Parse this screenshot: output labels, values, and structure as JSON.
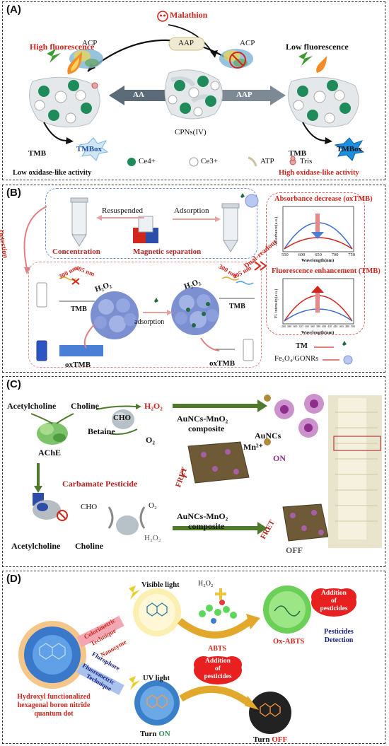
{
  "panels": {
    "a": {
      "tag": "(A)",
      "malathion": "Malathion",
      "high_fluorescence": "High fluorescence",
      "low_fluorescence": "Low fluorescence",
      "acp_left": "ACP",
      "acp_right": "ACP",
      "aap_top": "AAP",
      "aa": "AA",
      "aap_right": "AAP",
      "cpns": "CPNs(IV)",
      "tmb_left": "TMB",
      "tmbox_left": "TMBox",
      "tmb_right": "TMB",
      "tmbox_right": "TMBox",
      "low_activity": "Low oxidase-like activity",
      "high_activity": "High oxidase-like activity",
      "legend": [
        "Ce4+",
        "Ce3+",
        "ATP",
        "Tris"
      ]
    },
    "b": {
      "tag": "(B)",
      "resuspended": "Resuspended",
      "adsorption_top": "Adsorption",
      "concentration": "Concentration",
      "magnetic_separation": "Magnetic separation",
      "detection": "Detection",
      "nm300_left": "300 nm",
      "nm405_left": "405 nm",
      "nm300_right": "300 nm",
      "nm405_right": "405 nm",
      "dual_readout": "Dual-readout",
      "tmb_left": "TMB",
      "tmb_right": "TMB",
      "h2o2_left": "H₂O₂",
      "h2o2_right": "H₂O₂",
      "adsorption_mid": "adsorption",
      "oxtmb_left": "oxTMB",
      "oxtmb_right": "oxTMB",
      "absorbance_title": "Absorbance decrease (oxTMB)",
      "fluorescence_title": "Fluorescence enhancement (TMB)",
      "abs_ylabel": "Absorbance(a.u.)",
      "abs_xlabel": "Wavelength(nm)",
      "abs_ticks": [
        "550",
        "600",
        "650",
        "700",
        "750"
      ],
      "fl_ylabel": "Fl. intensity(a.u.)",
      "fl_xlabel": "Wavelength(nm)",
      "fl_ticks": [
        "260",
        "280",
        "300",
        "320",
        "340",
        "360",
        "380",
        "400",
        "420",
        "440",
        "460",
        "480",
        "500"
      ],
      "legend_tm": "TM",
      "legend_fe": "Fe₃O₄/GONRs"
    },
    "c": {
      "tag": "(C)",
      "acetylcholine_top": "Acetylcholine",
      "choline_top": "Choline",
      "h2o2_top": "H₂O₂",
      "cho_top": "CHO",
      "betaine": "Betaine",
      "o2_top": "O₂",
      "ache": "AChE",
      "composite_top_1": "AuNCs-MnO₂",
      "composite_top_2": "composite",
      "aunc": "AuNCs",
      "mn": "Mn²⁺",
      "on": "ON",
      "fret_top": "FRET",
      "carbamate": "Carbamate Pesticide",
      "cho_bottom": "CHO",
      "o2_bottom": "O₂",
      "h2o2_bottom": "H₂O₂",
      "acetylcholine_bottom": "Acetylcholine",
      "choline_bottom": "Choline",
      "composite_bottom_1": "AuNCs-MnO₂",
      "composite_bottom_2": "composite",
      "fret_bottom": "FRET",
      "off": "OFF"
    },
    "d": {
      "tag": "(D)",
      "visible_light": "Visible light",
      "uv_light": "UV light",
      "h2o2": "H₂O₂",
      "colorimetric": "Colorimetric",
      "technique_1": "Technique",
      "nanozyme": "Nanozyme",
      "fluorophore": "Flurophore",
      "fluorometric": "Fluorometric",
      "technique_2": "Technique",
      "abts": "ABTS",
      "ox_abts": "Ox-ABTS",
      "addition_top": [
        "Addition",
        "of",
        "pesticides"
      ],
      "addition_bottom": [
        "Addition",
        "of",
        "pesticides"
      ],
      "pesticides_detection": [
        "Pesticides",
        "Detection"
      ],
      "hbn_label": [
        "Hydroxyl functionalized",
        "hexagonal boron nitride",
        "quantum dot"
      ],
      "turn_on_prefix": "Turn",
      "turn_on": "ON",
      "turn_off_prefix": "Turn",
      "turn_off": "OFF"
    }
  },
  "colors": {
    "red": "#d0261c",
    "dark_red": "#b22222",
    "green": "#2e8b57",
    "blue_text": "#1a237e",
    "ce4": "#1f8a5a",
    "arrow_grey": "#6b7a86",
    "green_arrow": "#4f7a2c",
    "purple": "#8e2d8e",
    "fret": "#b3261e"
  }
}
